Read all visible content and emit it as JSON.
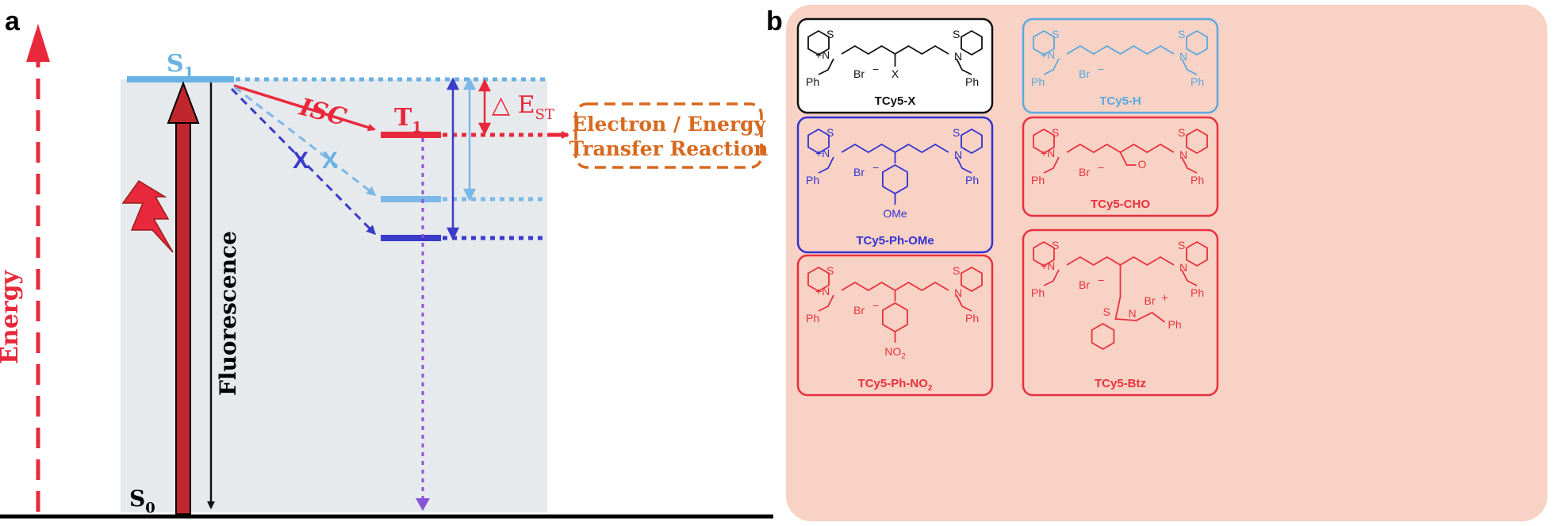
{
  "panel_a": {
    "label": "a",
    "energy_axis": "Energy",
    "s1": {
      "main": "S",
      "sub": "1"
    },
    "s0": {
      "main": "S",
      "sub": "0"
    },
    "t1": {
      "main": "T",
      "sub": "1"
    },
    "isc": "ISC",
    "delta_est": {
      "main": "△ E",
      "sub": "ST"
    },
    "fluorescence": "Fluorescence",
    "reaction_box": {
      "line1": "Electron / Energy",
      "line2": "Transfer Reaction"
    },
    "blocked_mark": "X",
    "colors": {
      "energy_arrow": "#e8293b",
      "s1_level": "#6ab2e4",
      "t1_level": "#e8293b",
      "excitation": "#c0272d",
      "mid_level": "#7ab8e8",
      "low_level": "#3a3acb",
      "triplet_decay": "#8a52d6",
      "reaction_box": "#d8691f",
      "well": "#e7eaec"
    }
  },
  "panel_b": {
    "label": "b",
    "background": "#f8d2c4",
    "molecules": [
      {
        "name": "TCy5-X",
        "color": "#111111",
        "substituent": "X"
      },
      {
        "name": "TCy5-H",
        "color": "#5aa9e0",
        "substituent": ""
      },
      {
        "name": "TCy5-Ph-OMe",
        "color": "#3232d2",
        "substituent": "OMe"
      },
      {
        "name": "TCy5-CHO",
        "color": "#e8303d",
        "substituent": "O"
      },
      {
        "name": "TCy5-Ph-NO",
        "name_sub": "2",
        "color": "#e8303d",
        "substituent": "NO",
        "substituent_sub": "2"
      },
      {
        "name": "TCy5-Btz",
        "color": "#e8303d",
        "substituent": "Btz"
      }
    ],
    "atoms": {
      "s": "S",
      "n_plus": "+N",
      "n": "N",
      "ph": "Ph",
      "br": "Br",
      "minus": "−",
      "plus": "+"
    }
  }
}
